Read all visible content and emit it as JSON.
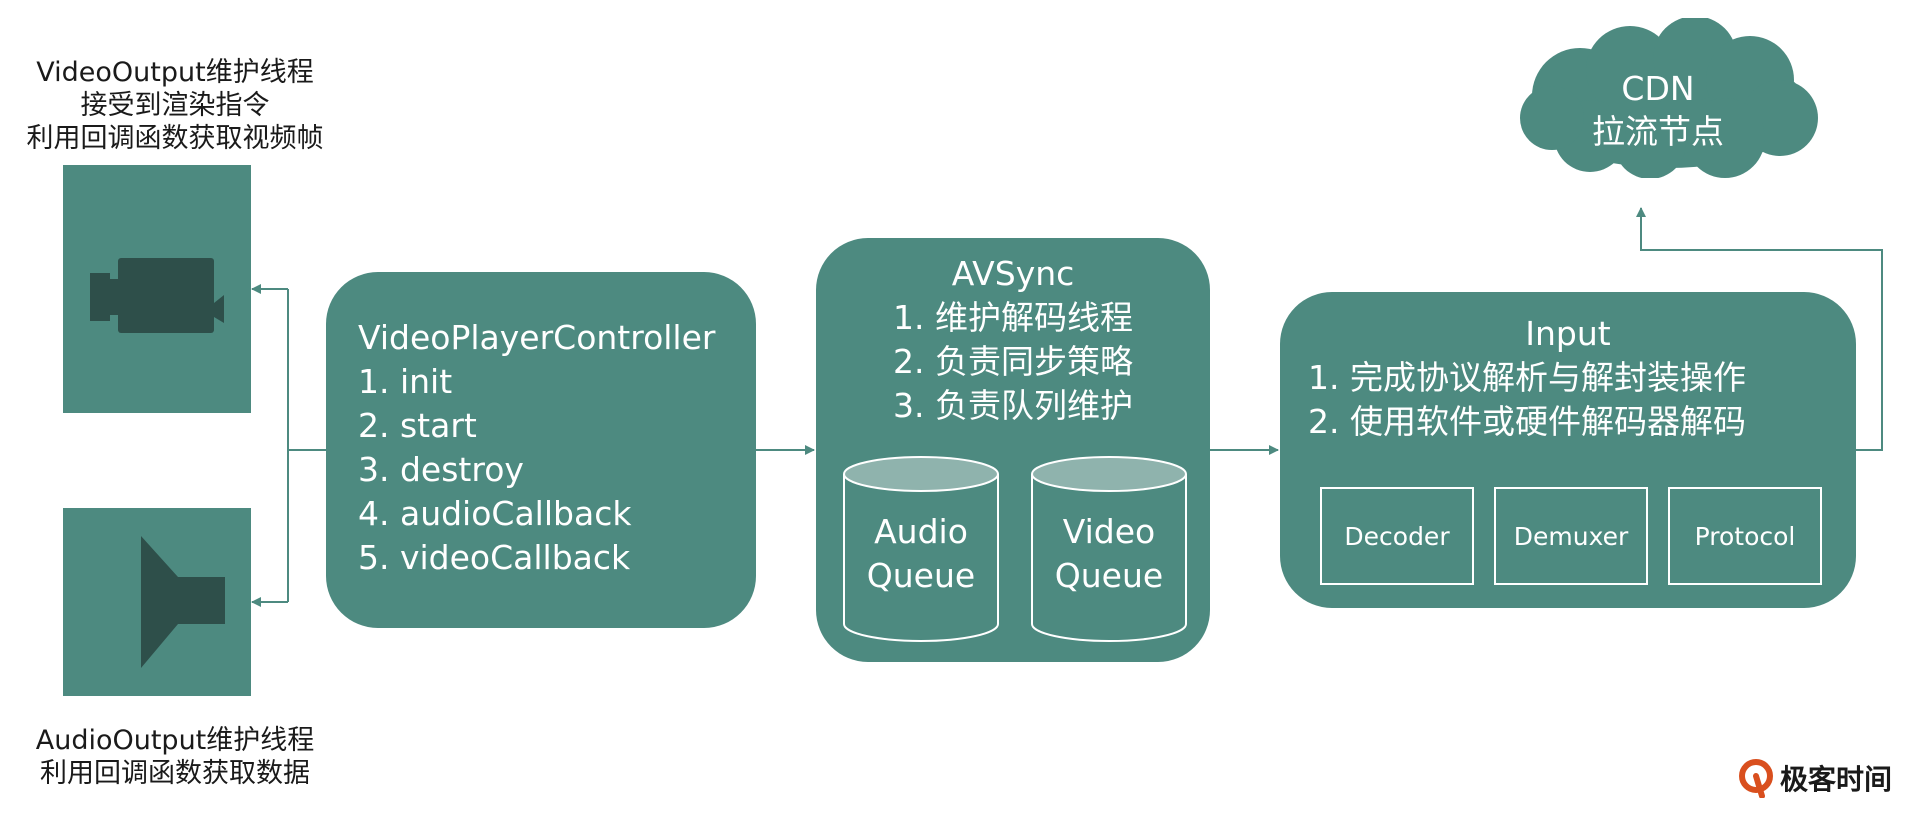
{
  "video_output": {
    "caption": [
      "VideoOutput维护线程",
      "接受到渲染指令",
      "利用回调函数获取视频帧"
    ],
    "icon": "video-camera-icon"
  },
  "audio_output": {
    "caption": [
      "AudioOutput维护线程",
      "利用回调函数获取数据"
    ],
    "icon": "speaker-icon"
  },
  "controller": {
    "title": "VideoPlayerController",
    "items": [
      "1. init",
      "2. start",
      "3. destroy",
      "4. audioCallback",
      "5. videoCallback"
    ]
  },
  "avsync": {
    "title": "AVSync",
    "items": [
      "1. 维护解码线程",
      "2. 负责同步策略",
      "3. 负责队列维护"
    ],
    "queues": [
      {
        "lines": [
          "Audio",
          "Queue"
        ]
      },
      {
        "lines": [
          "Video",
          "Queue"
        ]
      }
    ]
  },
  "input": {
    "title": "Input",
    "items": [
      "1. 完成协议解析与解封装操作",
      "2. 使用软件或硬件解码器解码"
    ],
    "modules": [
      "Decoder",
      "Demuxer",
      "Protocol"
    ]
  },
  "cdn": {
    "lines": [
      "CDN",
      "拉流节点"
    ]
  },
  "logo": {
    "text": "极客时间",
    "icon": "geektime-logo-icon"
  },
  "colors": {
    "teal": "#4d8a80",
    "teal_dark": "#2e4f4a",
    "cylinder_top": "#8fb3ad",
    "logo_orange": "#d94f1e"
  }
}
